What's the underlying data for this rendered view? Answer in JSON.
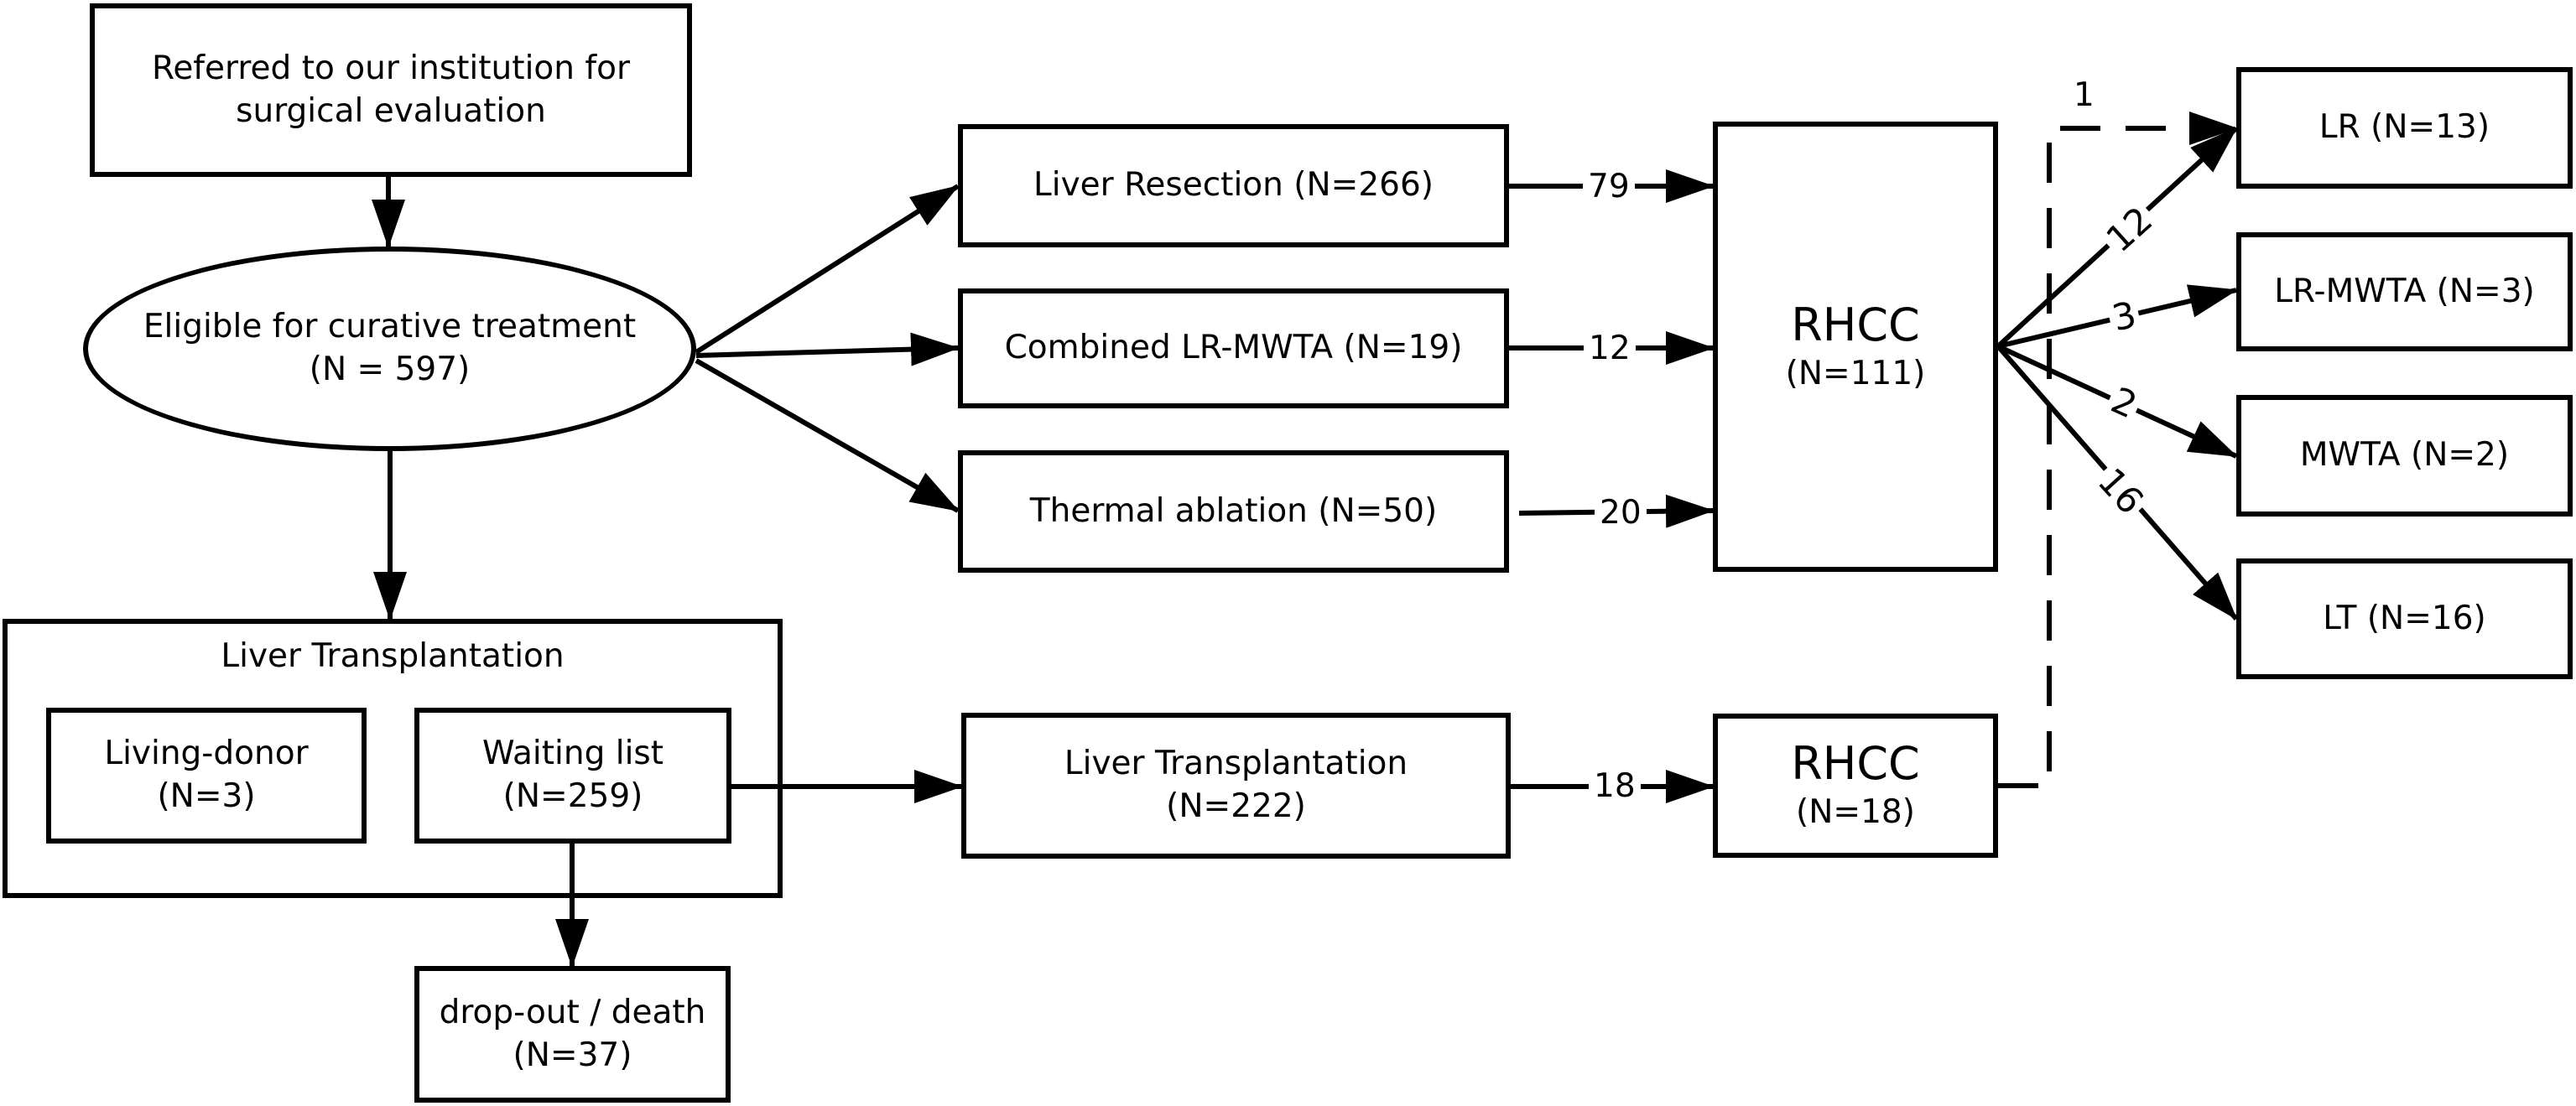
{
  "nodes": {
    "referred": {
      "line1": "Referred to our institution for",
      "line2": "surgical evaluation"
    },
    "eligible": {
      "line1": "Eligible for curative treatment",
      "line2": "(N = 597)"
    },
    "liver_resection": {
      "label": "Liver Resection (N=266)"
    },
    "combined": {
      "label": "Combined LR-MWTA (N=19)"
    },
    "thermal": {
      "label": "Thermal ablation (N=50)"
    },
    "rhcc_main": {
      "title": "RHCC",
      "count": "(N=111)"
    },
    "lt_group": {
      "title": "Liver Transplantation"
    },
    "living_donor": {
      "line1": "Living-donor",
      "line2": "(N=3)"
    },
    "waiting_list": {
      "line1": "Waiting list",
      "line2": "(N=259)"
    },
    "dropout": {
      "line1": "drop-out / death",
      "line2": "(N=37)"
    },
    "liver_transplant": {
      "line1": "Liver Transplantation",
      "line2": "(N=222)"
    },
    "rhcc_lt": {
      "title": "RHCC",
      "count": "(N=18)"
    },
    "out_lr": {
      "label": "LR (N=13)"
    },
    "out_lrmwta": {
      "label": "LR-MWTA (N=3)"
    },
    "out_mwta": {
      "label": "MWTA (N=2)"
    },
    "out_lt": {
      "label": "LT (N=16)"
    }
  },
  "edge_labels": {
    "resection_to_rhcc": "79",
    "combined_to_rhcc": "12",
    "thermal_to_rhcc": "20",
    "lt_to_rhcc": "18",
    "rhcc_to_lr": "12",
    "rhcc_to_lrmwta": "3",
    "rhcc_to_mwta": "2",
    "rhcc_to_lt": "16",
    "rhcc_lt_to_lr": "1"
  }
}
